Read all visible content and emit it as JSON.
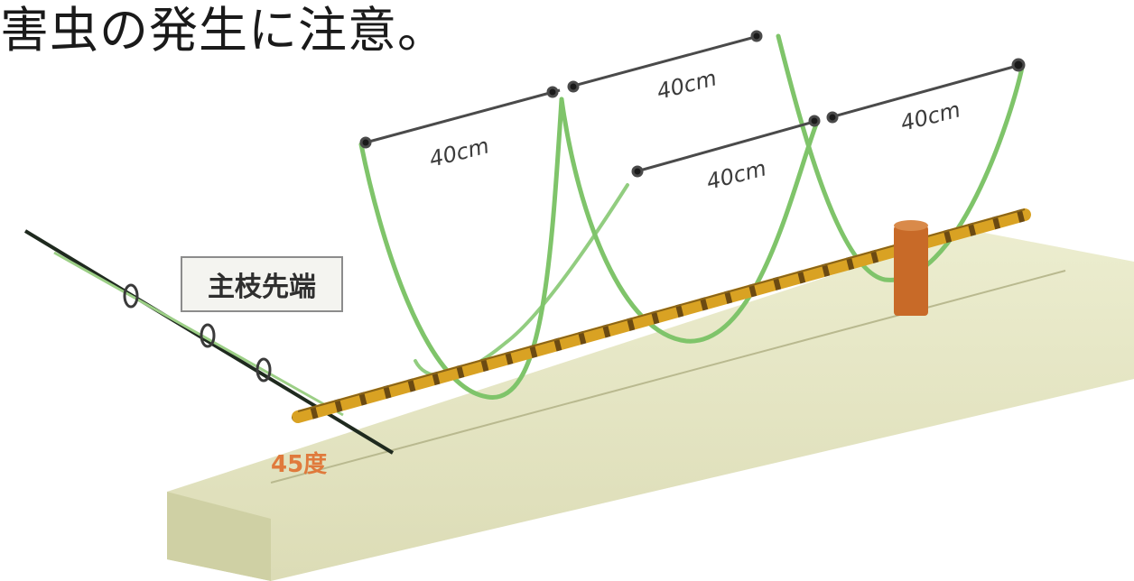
{
  "heading": "害虫の発生に注意。",
  "dimensions": [
    "40cm",
    "40cm",
    "40cm",
    "40cm"
  ],
  "tag_label": "主枝先端",
  "angle_label": "45度",
  "colors": {
    "ground": "#e6e7c8",
    "ground_shadow": "#cfd0a4",
    "wire": "#d9a223",
    "wire_stripe": "#6b4a12",
    "post": "#c86a28",
    "vine": "#7fc46a",
    "dimension_line": "#4a4a4a"
  }
}
